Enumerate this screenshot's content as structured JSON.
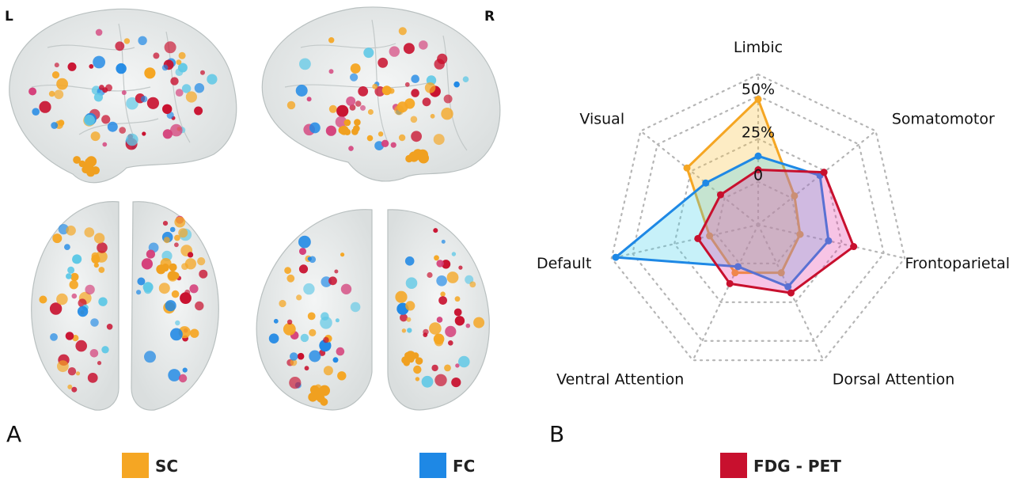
{
  "panel_a": {
    "letter": "A",
    "left_hemisphere": "L",
    "right_hemisphere": "R"
  },
  "panel_b": {
    "letter": "B"
  },
  "legend": [
    {
      "label": "SC",
      "color": "#f5a623"
    },
    {
      "label": "FC",
      "color": "#1e88e5"
    },
    {
      "label": "FDG - PET",
      "color": "#c8102e"
    }
  ],
  "chart_data": {
    "type": "radar",
    "axes": [
      "Limbic",
      "Somatomotor",
      "Frontoparietal",
      "Dorsal Attention",
      "Ventral Attention",
      "Default",
      "Visual"
    ],
    "ticks": [
      {
        "value": 0,
        "label": "0"
      },
      {
        "value": 25,
        "label": "25%"
      },
      {
        "value": 50,
        "label": "50%"
      }
    ],
    "range": [
      -25,
      62.5
    ],
    "grid_levels": [
      -25,
      0,
      25,
      50,
      62.5
    ],
    "series": [
      {
        "name": "SC",
        "color": "#f5a623",
        "fill": "rgba(250,196,70,0.32)",
        "values": [
          48,
          2,
          0,
          6,
          6,
          4,
          28
        ]
      },
      {
        "name": "FC",
        "color": "#1e88e5",
        "fill": "rgba(70,210,235,0.30)",
        "values": [
          15,
          21,
          17,
          15,
          2,
          60,
          14
        ]
      },
      {
        "name": "FDG - PET",
        "color": "#c8102e",
        "fill": "rgba(230,60,170,0.30)",
        "values": [
          7,
          24,
          32,
          19,
          13,
          11,
          3
        ]
      }
    ]
  },
  "brain_icons": [
    "lateral-left-brain",
    "lateral-right-brain",
    "dorsal-brain",
    "ventral-brain"
  ]
}
